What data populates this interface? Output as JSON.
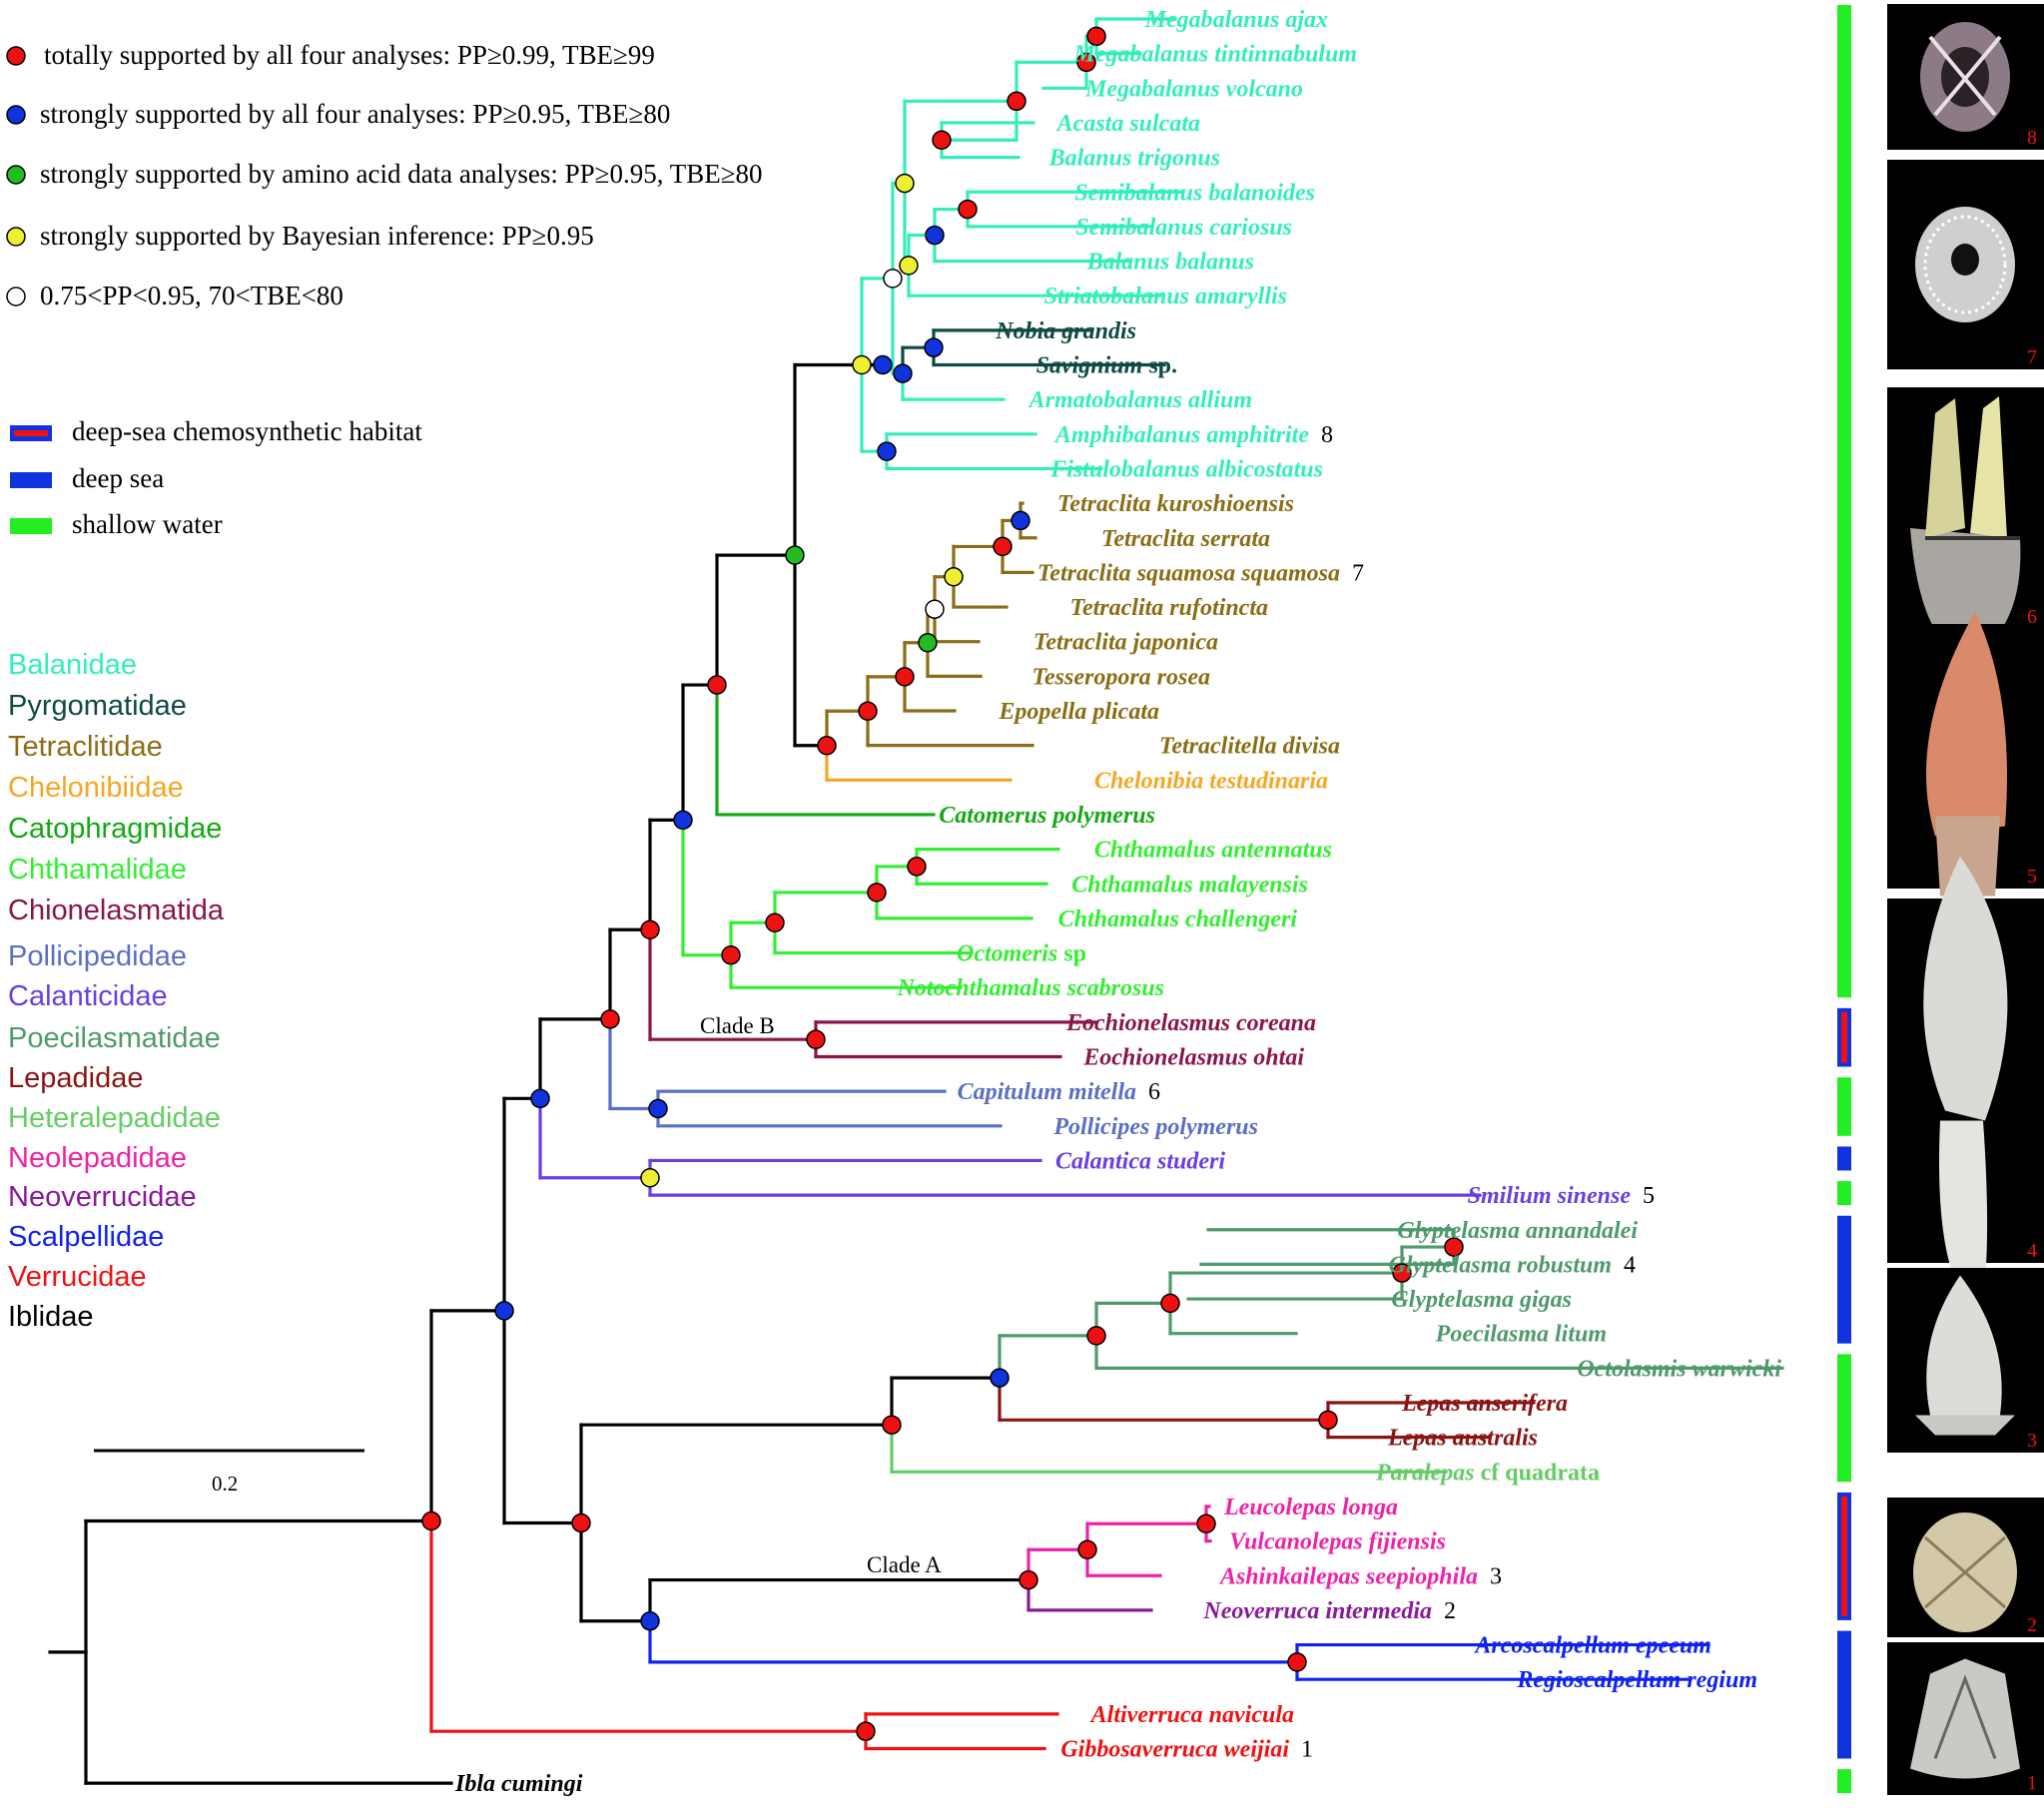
{
  "legend": {
    "support": [
      {
        "color": "#ee1111",
        "label": "totally supported by all four analyses:   PP≥0.99, TBE≥99"
      },
      {
        "color": "#1133dd",
        "label": "strongly supported by all four analyses: PP≥0.95, TBE≥80"
      },
      {
        "color": "#22bb22",
        "label": "strongly supported by amino acid data analyses: PP≥0.95, TBE≥80"
      },
      {
        "color": "#eeee33",
        "label": "strongly supported by Bayesian inference: PP≥0.95"
      },
      {
        "color": "#ffffff",
        "label": "0.75<PP<0.95, 70<TBE<80"
      }
    ],
    "habitat": [
      {
        "label": "deep-sea chemosynthetic habitat",
        "color": "#1133dd",
        "stripe": "#ee1111"
      },
      {
        "label": "deep sea",
        "color": "#1133dd"
      },
      {
        "label": "shallow water",
        "color": "#22ee22"
      }
    ]
  },
  "families": [
    {
      "name": "Balanidae",
      "color": "#33eebb"
    },
    {
      "name": "Pyrgomatidae",
      "color": "#0f4a44"
    },
    {
      "name": "Tetraclitidae",
      "color": "#8a6d14"
    },
    {
      "name": "Chelonibiidae",
      "color": "#f5a623"
    },
    {
      "name": "Catophragmidae",
      "color": "#14a814"
    },
    {
      "name": "Chthamalidae",
      "color": "#33ee33"
    },
    {
      "name": "Chionelasmatida",
      "color": "#8a1549"
    },
    {
      "name": "Pollicipedidae",
      "color": "#5a6fc4"
    },
    {
      "name": "Calanticidae",
      "color": "#6a3ee0"
    },
    {
      "name": "Poecilasmatidae",
      "color": "#4f9a6c"
    },
    {
      "name": "Lepadidae",
      "color": "#8a1414"
    },
    {
      "name": "Heteralepadidae",
      "color": "#66cc66"
    },
    {
      "name": "Neolepadidae",
      "color": "#ee22aa"
    },
    {
      "name": "Neoverrucidae",
      "color": "#8a1a9a"
    },
    {
      "name": "Scalpellidae",
      "color": "#1122ee"
    },
    {
      "name": "Verrucidae",
      "color": "#ee1111"
    },
    {
      "name": "Iblidae",
      "color": "#000000"
    }
  ],
  "scale_bar": {
    "label": "0.2"
  },
  "clade_labels": [
    "Clade B",
    "Clade A"
  ],
  "taxa": [
    {
      "name": "Megabalanus ajax",
      "family": "Balanidae"
    },
    {
      "name": "Megabalanus tintinnabulum",
      "family": "Balanidae"
    },
    {
      "name": "Megabalanus volcano",
      "family": "Balanidae"
    },
    {
      "name": "Acasta sulcata",
      "family": "Balanidae"
    },
    {
      "name": "Balanus trigonus",
      "family": "Balanidae"
    },
    {
      "name": "Semibalanus balanoides",
      "family": "Balanidae"
    },
    {
      "name": "Semibalanus cariosus",
      "family": "Balanidae"
    },
    {
      "name": "Balanus balanus",
      "family": "Balanidae"
    },
    {
      "name": "Striatobalanus amaryllis",
      "family": "Balanidae"
    },
    {
      "name": "Nobia grandis",
      "family": "Pyrgomatidae"
    },
    {
      "name": "Savignium",
      "suffix": " sp.",
      "family": "Pyrgomatidae"
    },
    {
      "name": "Armatobalanus allium",
      "family": "Balanidae"
    },
    {
      "name": "Amphibalanus amphitrite",
      "family": "Balanidae",
      "num": "8"
    },
    {
      "name": "Fistulobalanus albicostatus",
      "family": "Balanidae"
    },
    {
      "name": "Tetraclita kuroshioensis",
      "family": "Tetraclitidae"
    },
    {
      "name": "Tetraclita serrata",
      "family": "Tetraclitidae"
    },
    {
      "name": "Tetraclita squamosa squamosa",
      "family": "Tetraclitidae",
      "num": "7"
    },
    {
      "name": "Tetraclita rufotincta",
      "family": "Tetraclitidae"
    },
    {
      "name": "Tetraclita japonica",
      "family": "Tetraclitidae"
    },
    {
      "name": "Tesseropora rosea",
      "family": "Tetraclitidae"
    },
    {
      "name": "Epopella plicata",
      "family": "Tetraclitidae"
    },
    {
      "name": "Tetraclitella divisa",
      "family": "Tetraclitidae"
    },
    {
      "name": "Chelonibia testudinaria",
      "family": "Chelonibiidae"
    },
    {
      "name": "Catomerus polymerus",
      "family": "Catophragmidae"
    },
    {
      "name": "Chthamalus antennatus",
      "family": "Chthamalidae"
    },
    {
      "name": "Chthamalus malayensis",
      "family": "Chthamalidae"
    },
    {
      "name": "Chthamalus challengeri",
      "family": "Chthamalidae"
    },
    {
      "name": "Octomeris",
      "suffix": " sp",
      "family": "Chthamalidae"
    },
    {
      "name": "Notochthamalus scabrosus",
      "family": "Chthamalidae"
    },
    {
      "name": "Eochionelasmus coreana",
      "family": "Chionelasmatida"
    },
    {
      "name": "Eochionelasmus ohtai",
      "family": "Chionelasmatida"
    },
    {
      "name": "Capitulum mitella",
      "family": "Pollicipedidae",
      "num": "6"
    },
    {
      "name": "Pollicipes polymerus",
      "family": "Pollicipedidae"
    },
    {
      "name": "Calantica studeri",
      "family": "Calanticidae"
    },
    {
      "name": "Smilium sinense",
      "family": "Calanticidae",
      "num": "5"
    },
    {
      "name": "Glyptelasma annandalei",
      "family": "Poecilasmatidae"
    },
    {
      "name": "Glyptelasma robustum",
      "family": "Poecilasmatidae",
      "num": "4"
    },
    {
      "name": "Glyptelasma gigas",
      "family": "Poecilasmatidae"
    },
    {
      "name": "Poecilasma litum",
      "family": "Poecilasmatidae"
    },
    {
      "name": "Octolasmis warwicki",
      "family": "Poecilasmatidae"
    },
    {
      "name": "Lepas anserifera",
      "family": "Lepadidae"
    },
    {
      "name": "Lepas australis",
      "family": "Lepadidae"
    },
    {
      "name": "Paralepas",
      "suffix": " cf quadrata",
      "family": "Heteralepadidae"
    },
    {
      "name": "Leucolepas longa",
      "family": "Neolepadidae"
    },
    {
      "name": "Vulcanolepas fijiensis",
      "family": "Neolepadidae"
    },
    {
      "name": "Ashinkailepas seepiophila",
      "family": "Neolepadidae",
      "num": "3"
    },
    {
      "name": "Neoverruca intermedia",
      "family": "Neoverrucidae",
      "num": "2"
    },
    {
      "name": "Arcoscalpellum epeeum",
      "family": "Scalpellidae"
    },
    {
      "name": "Regioscalpellum regium",
      "family": "Scalpellidae"
    },
    {
      "name": "Altiverruca navicula",
      "family": "Verrucidae"
    },
    {
      "name": "Gibbosaverruca weijiai",
      "family": "Verrucidae",
      "num": "1"
    },
    {
      "name": "Ibla cumingi",
      "family": "Iblidae"
    }
  ],
  "habitat_bar": [
    {
      "habitat": "shallow water",
      "from_taxon": 1,
      "to_taxon": 29
    },
    {
      "habitat": "deep-sea chemosynthetic habitat",
      "from_taxon": 30,
      "to_taxon": 31
    },
    {
      "habitat": "shallow water",
      "from_taxon": 32,
      "to_taxon": 33
    },
    {
      "habitat": "deep sea",
      "from_taxon": 34,
      "to_taxon": 34
    },
    {
      "habitat": "shallow water",
      "from_taxon": 35,
      "to_taxon": 35
    },
    {
      "habitat": "deep sea",
      "from_taxon": 36,
      "to_taxon": 39
    },
    {
      "habitat": "shallow water",
      "from_taxon": 40,
      "to_taxon": 43
    },
    {
      "habitat": "deep-sea chemosynthetic habitat",
      "from_taxon": 44,
      "to_taxon": 47
    },
    {
      "habitat": "deep sea",
      "from_taxon": 48,
      "to_taxon": 51
    },
    {
      "habitat": "shallow water",
      "from_taxon": 52,
      "to_taxon": 52
    }
  ],
  "photos": [
    {
      "label": "8",
      "subject": "barnacle top view"
    },
    {
      "label": "7",
      "subject": "barnacle shell"
    },
    {
      "label": "6",
      "subject": "goose barnacle cluster"
    },
    {
      "label": "5",
      "subject": "stalked barnacle, orange"
    },
    {
      "label": "4",
      "subject": "stalked barnacle, white"
    },
    {
      "label": "3",
      "subject": "stalked barnacle"
    },
    {
      "label": "2",
      "subject": "acorn-like barnacle"
    },
    {
      "label": "1",
      "subject": "verrucid barnacle"
    }
  ]
}
